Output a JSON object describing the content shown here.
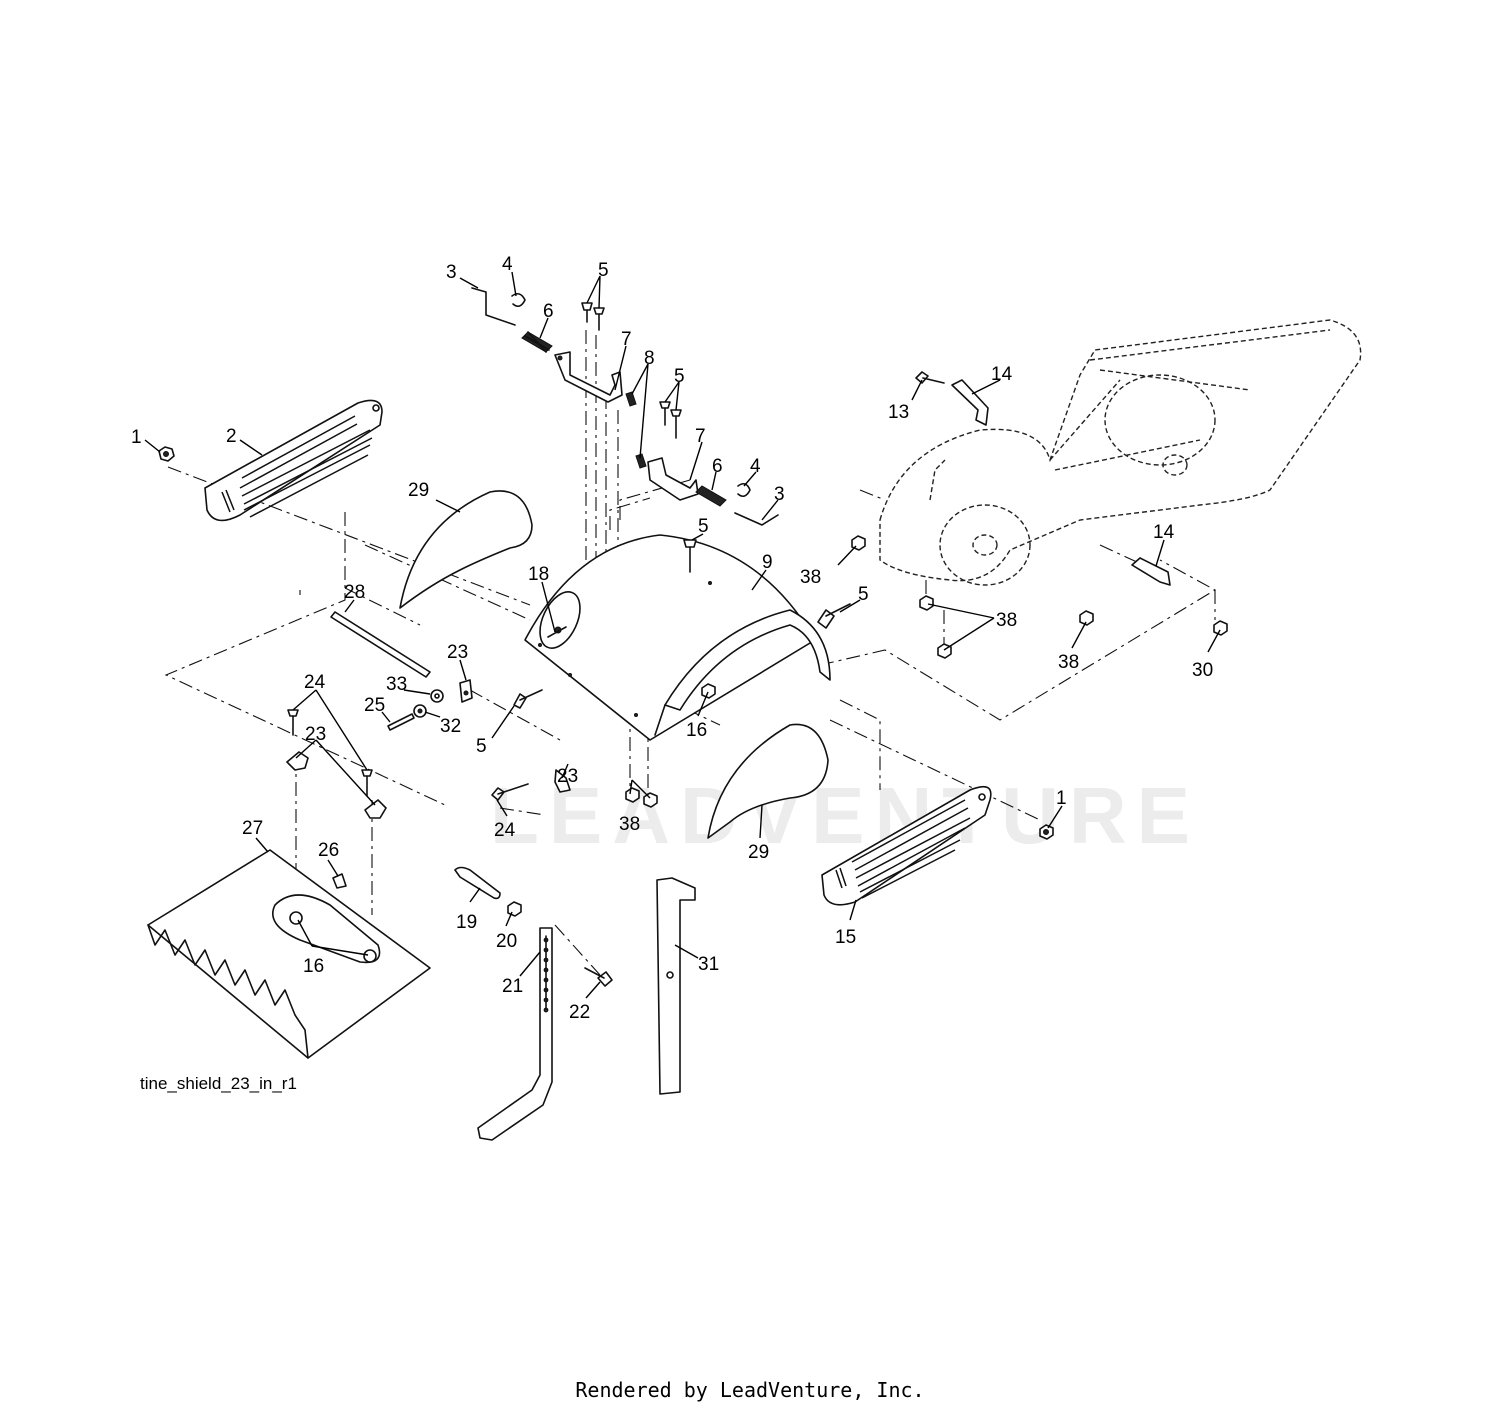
{
  "diagram": {
    "filename_label": "tine_shield_23_in_r1",
    "credit": "Rendered by LeadVenture, Inc.",
    "watermark": "LEADVENTURE",
    "callouts": [
      {
        "id": "c1a",
        "text": "1"
      },
      {
        "id": "c2",
        "text": "2"
      },
      {
        "id": "c3a",
        "text": "3"
      },
      {
        "id": "c4a",
        "text": "4"
      },
      {
        "id": "c5a",
        "text": "5"
      },
      {
        "id": "c6a",
        "text": "6"
      },
      {
        "id": "c7a",
        "text": "7"
      },
      {
        "id": "c8",
        "text": "8"
      },
      {
        "id": "c5b",
        "text": "5"
      },
      {
        "id": "c7b",
        "text": "7"
      },
      {
        "id": "c6b",
        "text": "6"
      },
      {
        "id": "c4b",
        "text": "4"
      },
      {
        "id": "c3b",
        "text": "3"
      },
      {
        "id": "c29a",
        "text": "29"
      },
      {
        "id": "c5c",
        "text": "5"
      },
      {
        "id": "c18",
        "text": "18"
      },
      {
        "id": "c9",
        "text": "9"
      },
      {
        "id": "c28",
        "text": "28"
      },
      {
        "id": "c5d",
        "text": "5"
      },
      {
        "id": "c23a",
        "text": "23"
      },
      {
        "id": "c24a",
        "text": "24"
      },
      {
        "id": "c33",
        "text": "33"
      },
      {
        "id": "c25",
        "text": "25"
      },
      {
        "id": "c32",
        "text": "32"
      },
      {
        "id": "c23b",
        "text": "23"
      },
      {
        "id": "c5e",
        "text": "5"
      },
      {
        "id": "c16a",
        "text": "16"
      },
      {
        "id": "c23c",
        "text": "23"
      },
      {
        "id": "c24b",
        "text": "24"
      },
      {
        "id": "c38a",
        "text": "38"
      },
      {
        "id": "c29b",
        "text": "29"
      },
      {
        "id": "c13",
        "text": "13"
      },
      {
        "id": "c14a",
        "text": "14"
      },
      {
        "id": "c38b",
        "text": "38"
      },
      {
        "id": "c38c",
        "text": "38"
      },
      {
        "id": "c14b",
        "text": "14"
      },
      {
        "id": "c38d",
        "text": "38"
      },
      {
        "id": "c30",
        "text": "30"
      },
      {
        "id": "c1b",
        "text": "1"
      },
      {
        "id": "c27",
        "text": "27"
      },
      {
        "id": "c26",
        "text": "26"
      },
      {
        "id": "c16b",
        "text": "16"
      },
      {
        "id": "c19",
        "text": "19"
      },
      {
        "id": "c20",
        "text": "20"
      },
      {
        "id": "c21",
        "text": "21"
      },
      {
        "id": "c22",
        "text": "22"
      },
      {
        "id": "c31",
        "text": "31"
      },
      {
        "id": "c15",
        "text": "15"
      }
    ]
  }
}
